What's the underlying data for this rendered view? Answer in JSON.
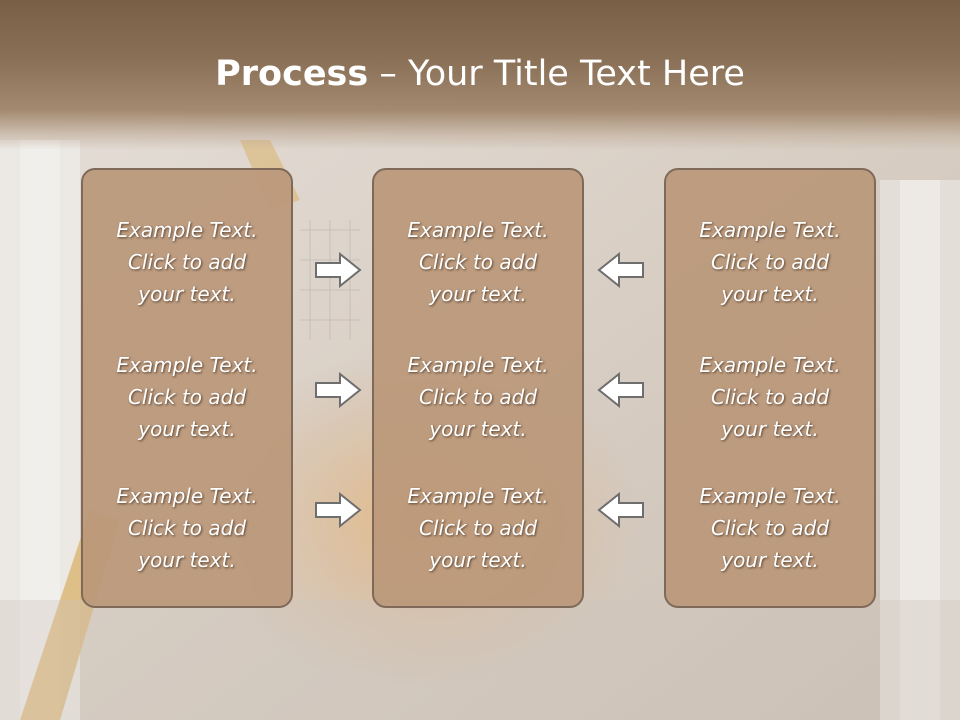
{
  "title": {
    "bold": "Process",
    "separator": " – ",
    "rest": "Your Title Text Here"
  },
  "boxes": {
    "left": [
      {
        "line1": "Example Text.",
        "line2": "Click  to add",
        "line3": "your text."
      },
      {
        "line1": "Example Text.",
        "line2": "Click  to add",
        "line3": "your text."
      },
      {
        "line1": "Example Text.",
        "line2": "Click  to add",
        "line3": "your text."
      }
    ],
    "center": [
      {
        "line1": "Example Text.",
        "line2": "Click  to add",
        "line3": "your text."
      },
      {
        "line1": "Example Text.",
        "line2": "Click  to add",
        "line3": "your text."
      },
      {
        "line1": "Example Text.",
        "line2": "Click  to add",
        "line3": "your text."
      }
    ],
    "right": [
      {
        "line1": "Example Text.",
        "line2": "Click  to add",
        "line3": "your text."
      },
      {
        "line1": "Example Text.",
        "line2": "Click  to add",
        "line3": "your text."
      },
      {
        "line1": "Example Text.",
        "line2": "Click  to add",
        "line3": "your text."
      }
    ]
  },
  "arrows": {
    "left_column": [
      "arrow-right-icon",
      "arrow-right-icon",
      "arrow-right-icon"
    ],
    "right_column": [
      "arrow-left-icon",
      "arrow-left-icon",
      "arrow-left-icon"
    ]
  },
  "colors": {
    "title_band": "#7a5f46",
    "box_fill": "#ba987a",
    "box_border": "#7f6a59",
    "text": "#ffffff",
    "arrow_fill": "#ffffff",
    "arrow_stroke": "#6e6e6e"
  }
}
